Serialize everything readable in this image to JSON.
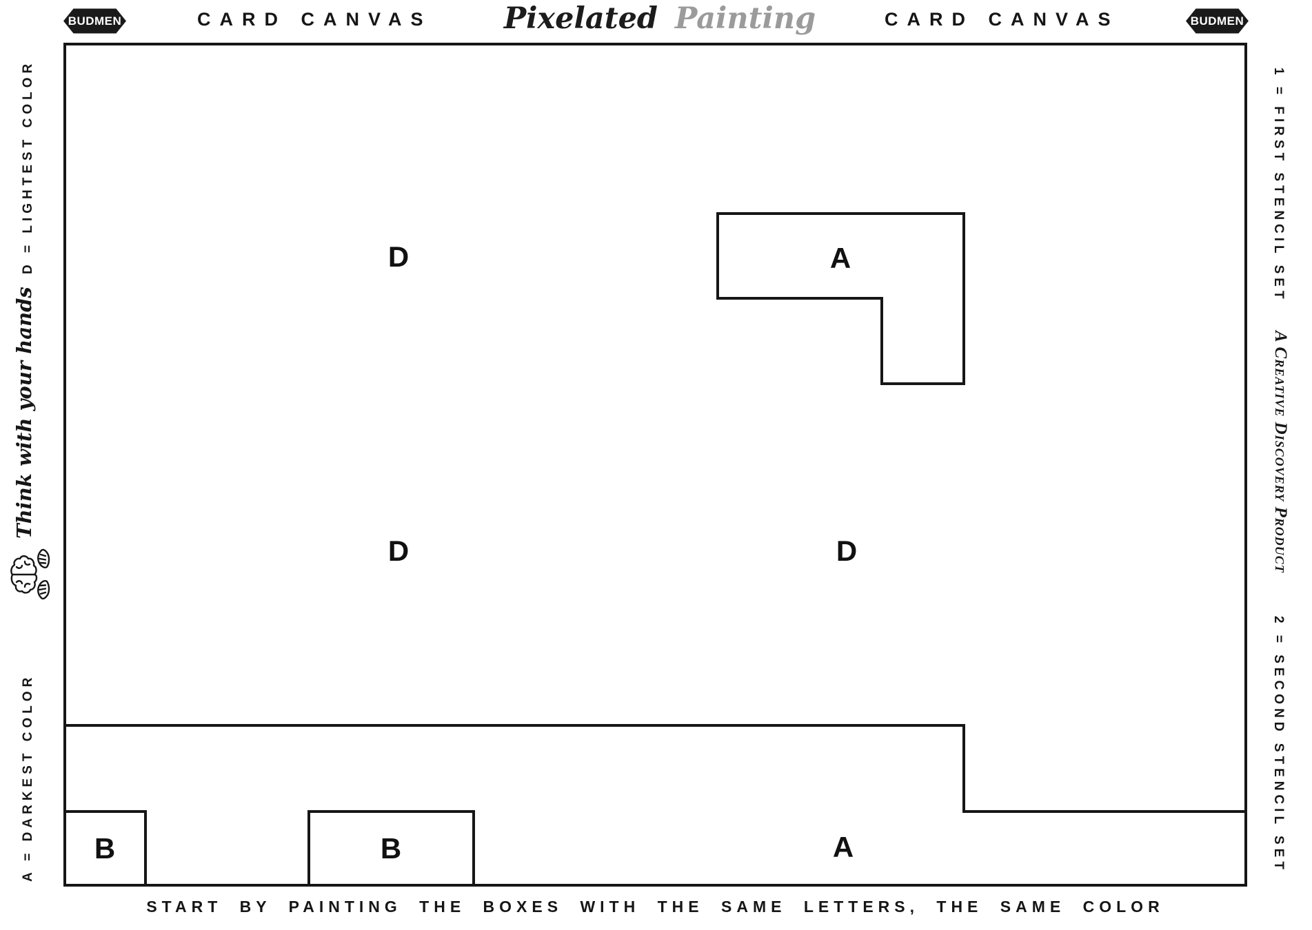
{
  "header": {
    "badge_left": "BUDMEN",
    "title_left": "CARD CANVAS",
    "script_title_word1": "Pixelated",
    "script_title_word2": "Painting",
    "title_right": "CARD CANVAS",
    "badge_right": "BUDMEN"
  },
  "left_rail": {
    "darkest_label": "A = DARKEST COLOR",
    "icon": "hands-holding-brain-icon",
    "brand_script": "Think with your hands",
    "lightest_label": "D = LIGHTEST COLOR"
  },
  "right_rail": {
    "first_stencil_label": "1 = FIRST STENCIL SET",
    "product_label": "A Creative Discovery Product",
    "second_stencil_label": "2 = SECOND STENCIL SET"
  },
  "canvas": {
    "letters": [
      {
        "id": "D1",
        "label": "D"
      },
      {
        "id": "A1",
        "label": "A"
      },
      {
        "id": "D2",
        "label": "D"
      },
      {
        "id": "D3",
        "label": "D"
      },
      {
        "id": "B1",
        "label": "B"
      },
      {
        "id": "B2",
        "label": "B"
      },
      {
        "id": "A2",
        "label": "A"
      }
    ]
  },
  "footer": {
    "instruction": "START BY PAINTING THE BOXES WITH THE SAME LETTERS, THE SAME COLOR"
  },
  "colors": {
    "ink": "#161616",
    "script_gray": "#9b9b9b",
    "background": "#ffffff"
  }
}
